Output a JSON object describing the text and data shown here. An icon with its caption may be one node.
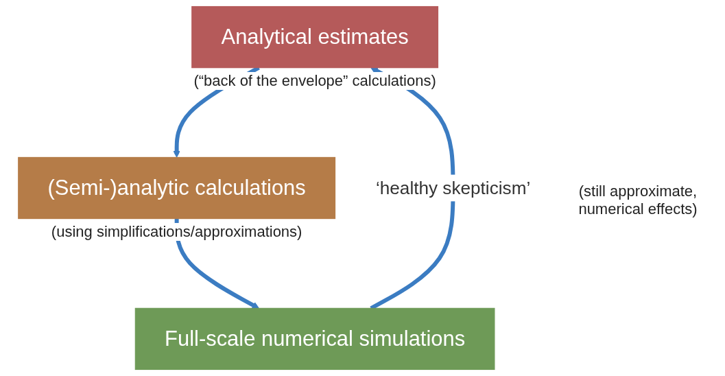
{
  "diagram": {
    "nodes": [
      {
        "text": [
          "Analytical estimates"
        ],
        "beside": [
          "(“back of the envelope” calculations)"
        ]
      },
      {
        "text": [
          "(Semi-)analytic calculations"
        ],
        "beside": [
          "(using simplifications/approximations)"
        ]
      },
      {
        "text": [
          "Full-scale numerical simulations"
        ]
      }
    ],
    "edges": [
      {
        "from": 0,
        "to": 1,
        "arrow": "to"
      },
      {
        "from": 1,
        "to": 2,
        "arrow": "to"
      },
      {
        "from": 2,
        "to": 0,
        "arrow": "to",
        "label": "‘healthy skepticism’"
      }
    ],
    "labels": [
      "(still approximate, numerical effects)"
    ]
  }
}
